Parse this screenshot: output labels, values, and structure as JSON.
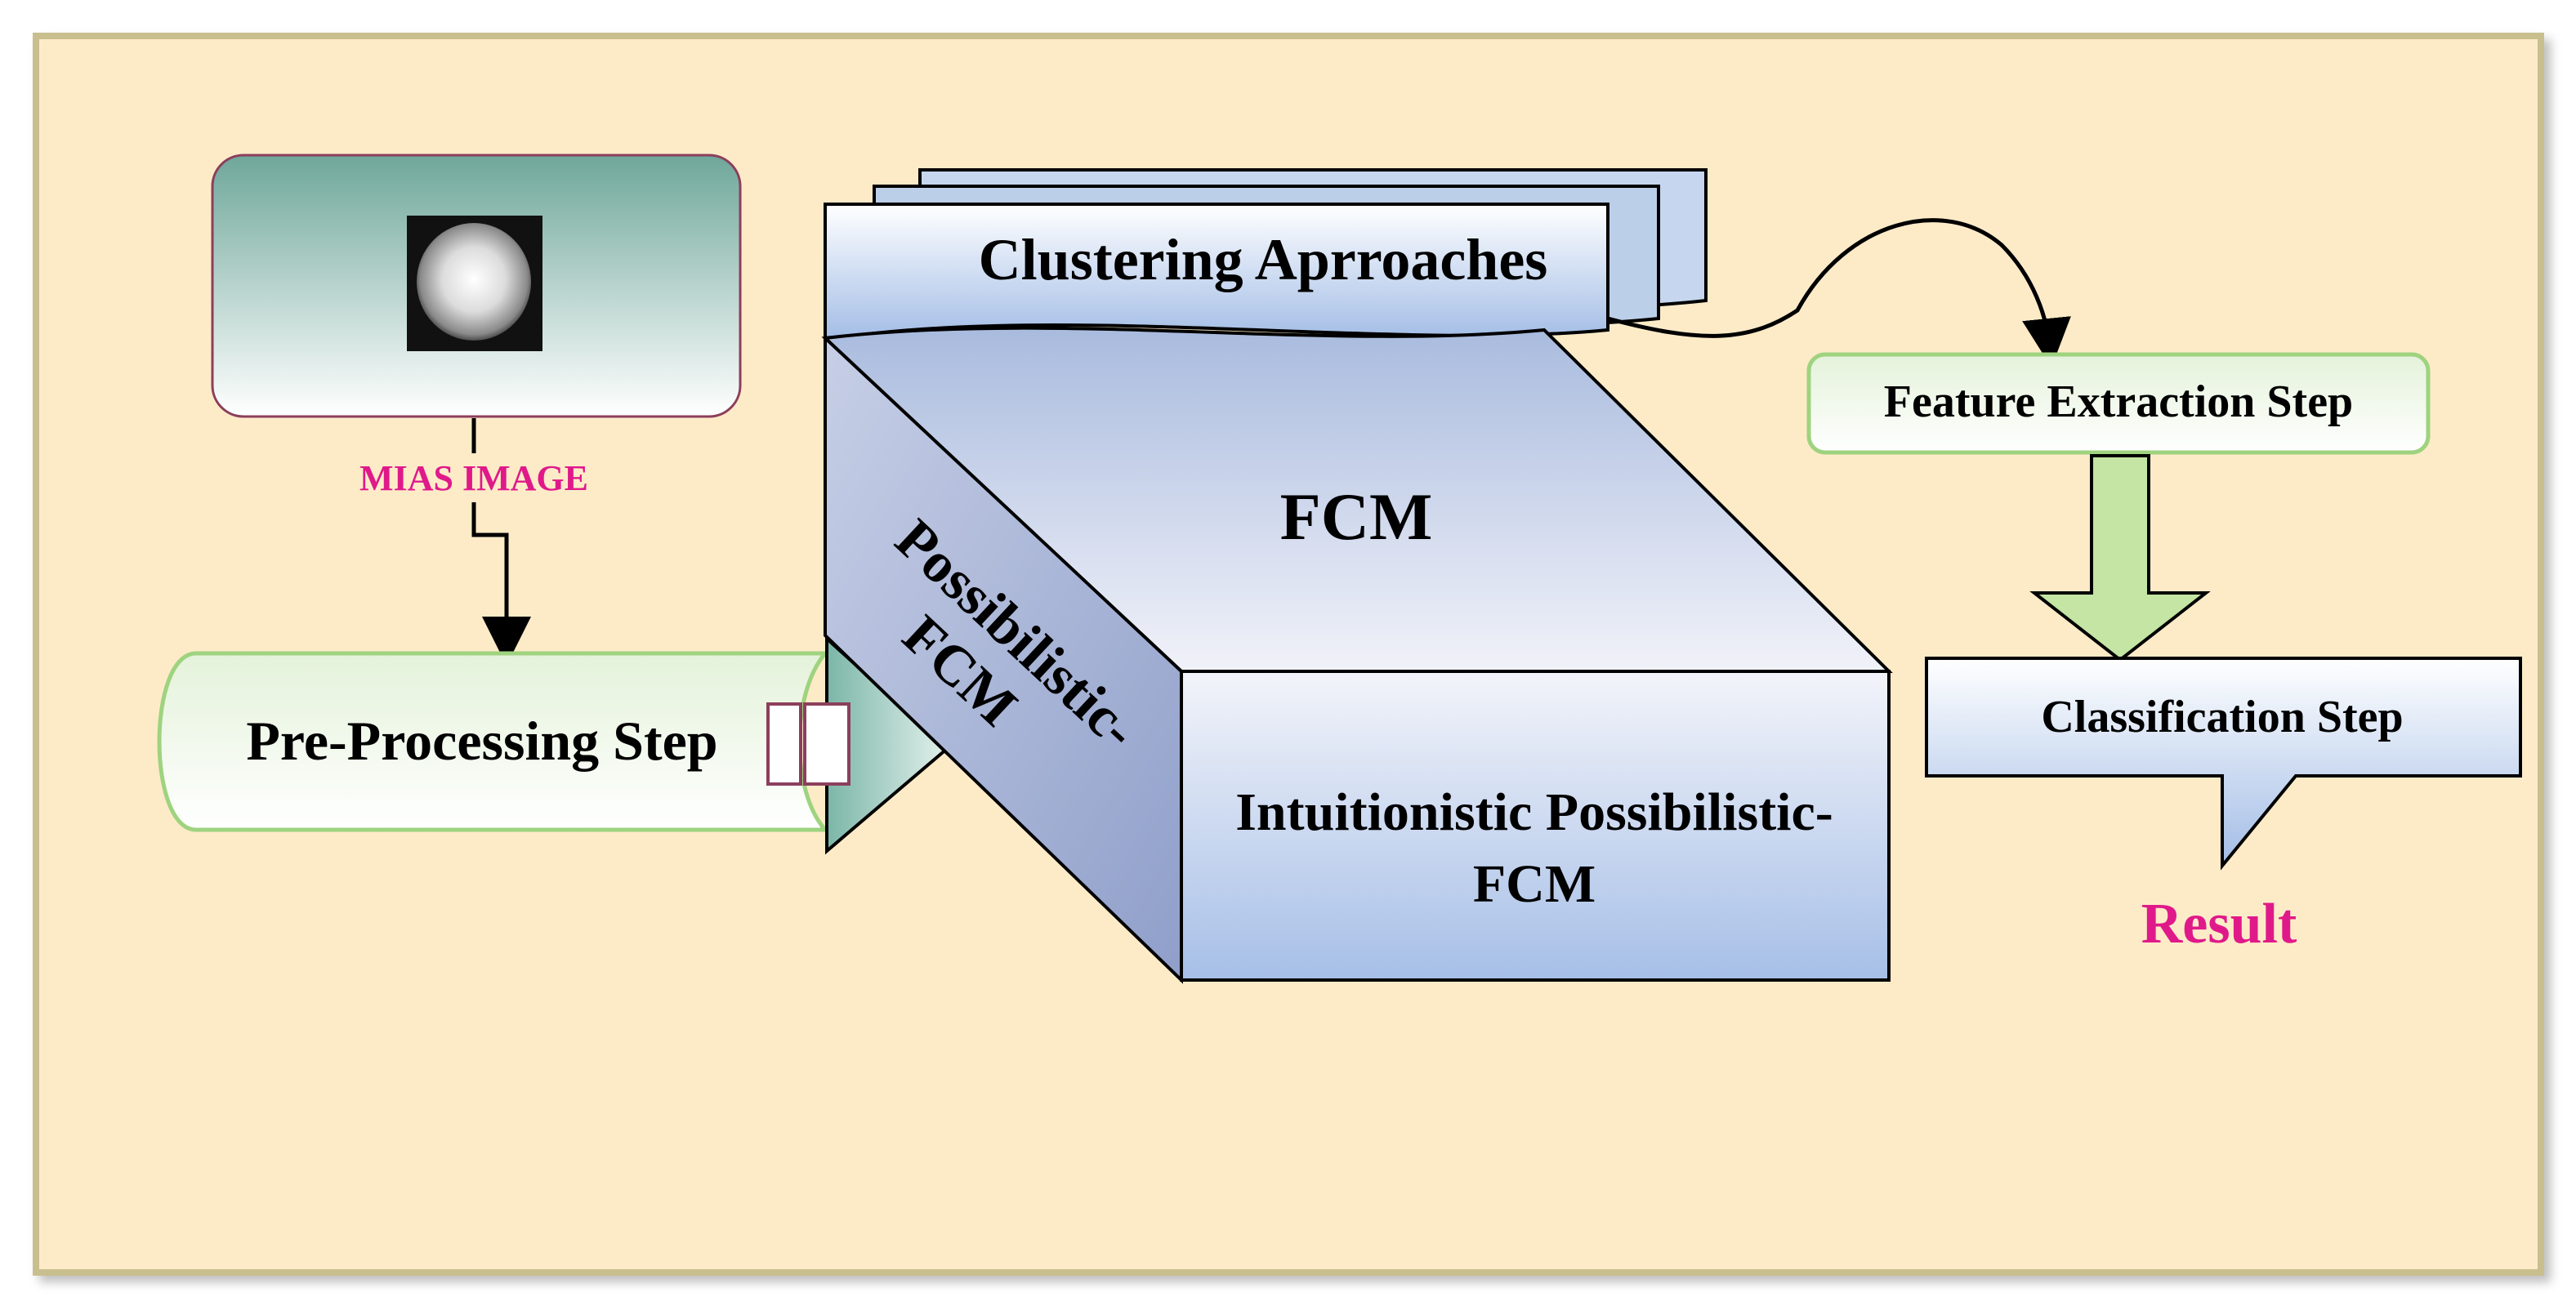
{
  "colors": {
    "background": "#fdebc8",
    "frame": "#c9bf8e",
    "accent_text": "#e0198a",
    "step_border": "#9fd37f",
    "arrow_fill": "#c4e5a3"
  },
  "input": {
    "label": "MIAS IMAGE"
  },
  "steps": {
    "preprocessing": "Pre-Processing Step",
    "feature_extraction": "Feature Extraction Step",
    "classification": "Classification Step"
  },
  "clustering": {
    "title": "Clustering Aprroaches",
    "top_face": "FCM",
    "side_face": [
      "Possibilistic-",
      "FCM"
    ],
    "front_face": [
      "Intuitionistic Possibilistic-",
      "FCM"
    ]
  },
  "output": {
    "label": "Result"
  }
}
